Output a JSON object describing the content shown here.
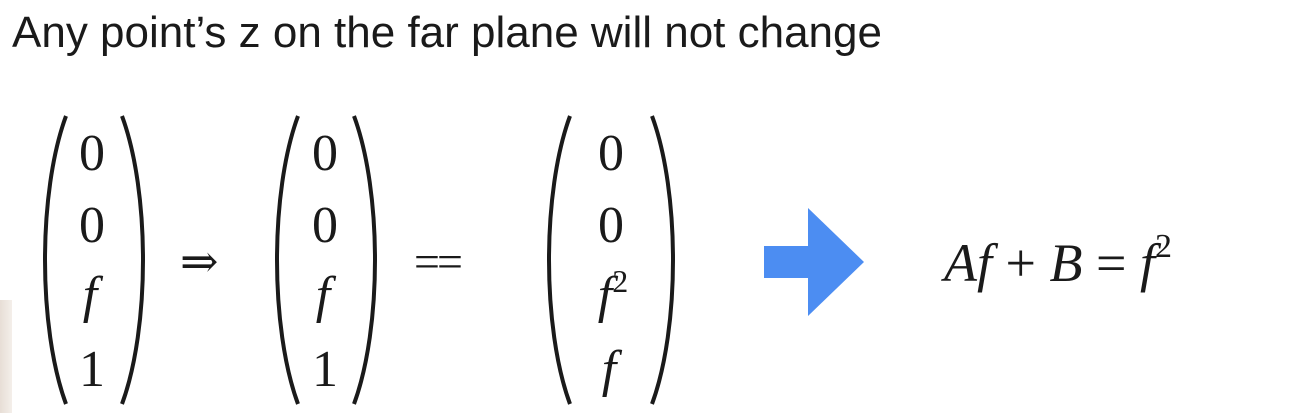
{
  "slide": {
    "title": "Any point’s z on the far plane will not change",
    "vectors": {
      "left": [
        "0",
        "0",
        "f",
        "1"
      ],
      "middle": [
        "0",
        "0",
        "f",
        "1"
      ],
      "right": [
        "0",
        "0",
        "f",
        "f"
      ],
      "right_sup": "2"
    },
    "operators": {
      "implies": "⇒",
      "equals": "=="
    },
    "equation": {
      "lhs_a": "A",
      "lhs_f": "f",
      "plus": "+",
      "lhs_b": "B",
      "equals": "=",
      "rhs_f": "f",
      "rhs_sup": "2"
    },
    "colors": {
      "arrow": "#4c8df2",
      "text": "#1a1a1a"
    },
    "icons": {
      "arrow": "right-arrow-icon"
    }
  }
}
